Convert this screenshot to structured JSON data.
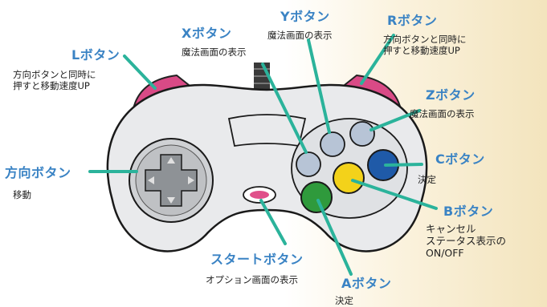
{
  "labels": {
    "l_button": {
      "title": "Lボタン",
      "desc": [
        "方向ボタンと同時に",
        "押すと移動速度UP"
      ]
    },
    "x_button": {
      "title": "Xボタン",
      "desc": [
        "魔法画面の表示"
      ]
    },
    "y_button": {
      "title": "Yボタン",
      "desc": [
        "魔法画面の表示"
      ]
    },
    "r_button": {
      "title": "Rボタン",
      "desc": [
        "方向ボタンと同時に",
        "押すと移動速度UP"
      ]
    },
    "z_button": {
      "title": "Zボタン",
      "desc": [
        "魔法画面の表示"
      ]
    },
    "c_button": {
      "title": "Cボタン",
      "desc": [
        "決定"
      ]
    },
    "b_button": {
      "title": "Bボタン",
      "desc": [
        "キャンセル",
        "ステータス表示の",
        "ON/OFF"
      ]
    },
    "a_button": {
      "title": "Aボタン",
      "desc": [
        "決定"
      ]
    },
    "dpad": {
      "title": "方向ボタン",
      "desc": [
        "移動"
      ]
    },
    "start_button": {
      "title": "スタートボタン",
      "desc": [
        "オプション画面の表示"
      ]
    }
  },
  "colors": {
    "label_title": "#3a83c4",
    "leader_line": "#2bb39b",
    "controller_body": "#e9eaec",
    "shoulder": "#d94a86",
    "button_a": "#2f9a3c",
    "button_b": "#f3d21a",
    "button_c": "#1f5aa8",
    "button_xyz": "#b7c4d6",
    "start": "#e0508a"
  }
}
